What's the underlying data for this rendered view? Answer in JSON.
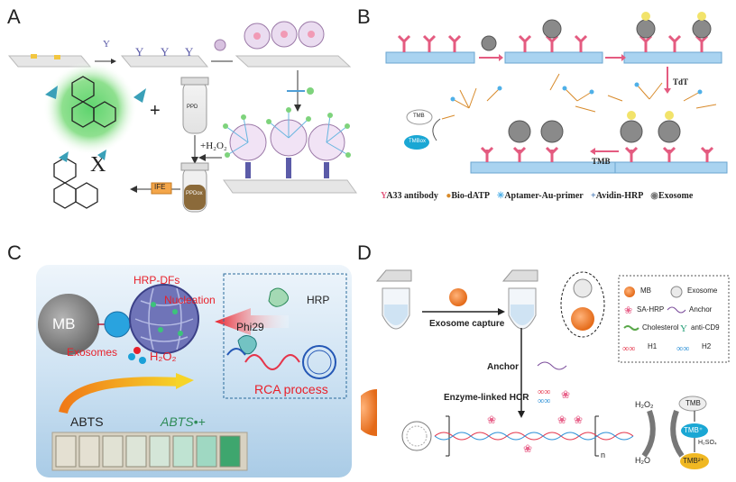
{
  "panels": [
    {
      "letter": "A"
    },
    {
      "letter": "B"
    },
    {
      "letter": "C"
    },
    {
      "letter": "D"
    }
  ],
  "panelA": {
    "plus": "+",
    "h2o2": "+H₂O₂",
    "tube1_label": "PPD",
    "tube2_label": "PPDox",
    "ife": "IFE"
  },
  "panelB": {
    "tdt": "TdT",
    "tmb": "TMB",
    "tmb_small": "TMB",
    "tmb_ox": "TMBox",
    "legend": [
      "A33 antibody",
      "Bio-dATP",
      "Aptamer-Au-primer",
      "Avidin-HRP",
      "Exosome"
    ]
  },
  "panelC": {
    "mb": "MB",
    "hrp_dfs": "HRP-DFs",
    "nucleation": "Nucleation",
    "hrp": "HRP",
    "phi29": "Phi29",
    "exosomes": "Exosomes",
    "h2o2": "H₂O₂",
    "rca": "RCA process",
    "abts": "ABTS",
    "abts_ox": "ABTS•+"
  },
  "panelD": {
    "exosome_capture": "Exosome capture",
    "anchor_step": "Anchor",
    "hcr": "Enzyme-linked HCR",
    "n": "n",
    "h2o2": "H₂O₂",
    "h2o": "H₂O",
    "tmb": "TMB",
    "tmb_plus": "TMB⁺",
    "h2so4": "H₂SO₄",
    "tmb_2plus": "TMB²⁺",
    "legend": [
      "MB",
      "Exosome",
      "SA-HRP",
      "Anchor",
      "Cholesterol",
      "anti-CD9",
      "H1",
      "H2"
    ]
  }
}
